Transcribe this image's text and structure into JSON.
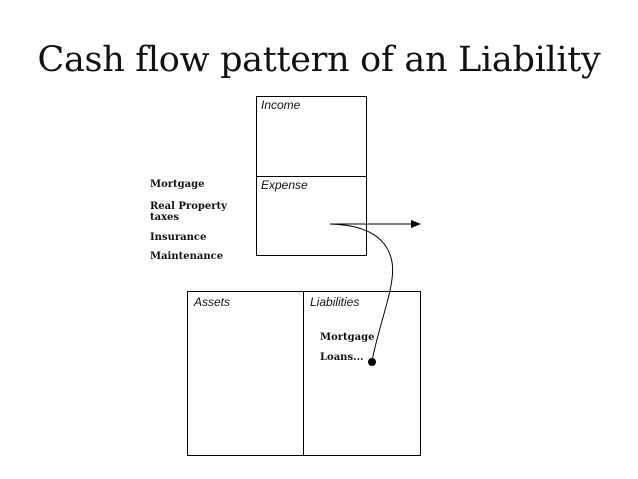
{
  "title": "Cash flow pattern of an Liability",
  "income_statement": {
    "income_label": "Income",
    "expense_label": "Expense",
    "expense_items": [
      "Mortgage",
      "Real Property taxes",
      "Insurance",
      "Maintenance"
    ]
  },
  "balance_sheet": {
    "assets_label": "Assets",
    "liabilities_label": "Liabilities",
    "liability_items": [
      "Mortgage",
      "Loans..."
    ]
  }
}
